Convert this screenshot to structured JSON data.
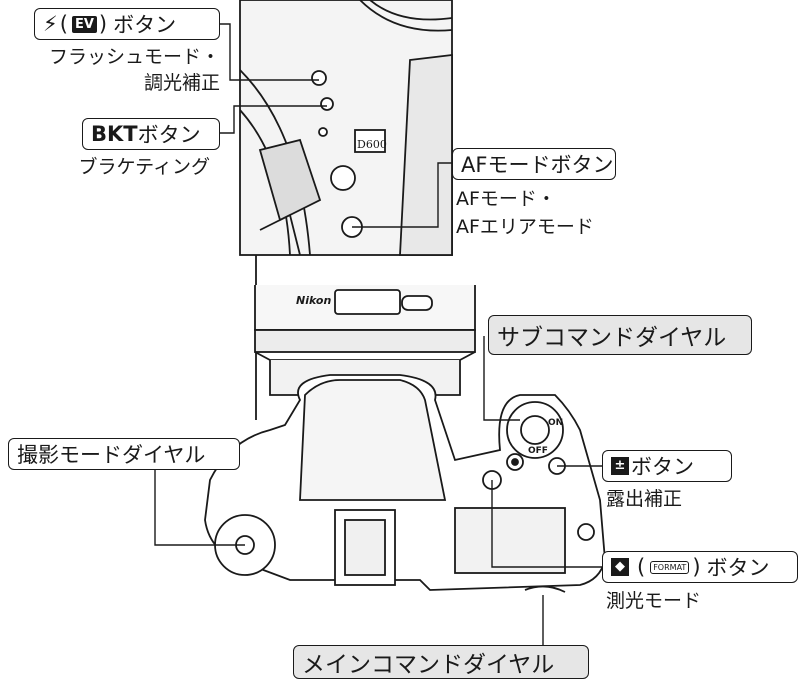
{
  "callouts": {
    "flash": {
      "label_icon": "⚡",
      "label_paren_icon": "EV",
      "label_text": "ボタン",
      "desc_line1": "フラッシュモード・",
      "desc_line2": "調光補正"
    },
    "bkt": {
      "label_bold": "BKT",
      "label_text": "ボタン",
      "desc": "ブラケティング"
    },
    "af_mode": {
      "label": "AFモードボタン",
      "desc_line1": "AFモード・",
      "desc_line2": "AFエリアモード"
    },
    "sub_dial": {
      "label": "サブコマンドダイヤル"
    },
    "mode_dial": {
      "label": "撮影モードダイヤル"
    },
    "exposure_comp": {
      "label_icon": "±",
      "label_text": "ボタン",
      "desc": "露出補正"
    },
    "metering": {
      "label_icon": "◆",
      "label_paren_icon": "FORMAT",
      "label_text": "ボタン",
      "desc": "測光モード"
    },
    "main_dial": {
      "label": "メインコマンドダイヤル"
    }
  },
  "camera_marks": {
    "brand": "Nikon",
    "model": "D600",
    "dial_off": "OFF",
    "dial_on": "ON"
  }
}
